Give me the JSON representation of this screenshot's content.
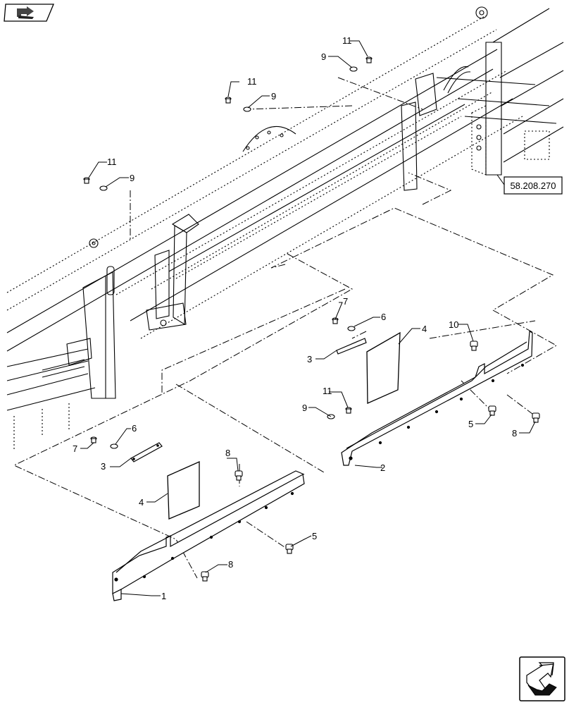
{
  "header": {
    "icon": "book-arrow-icon"
  },
  "footer": {
    "icon": "next-page-arrow-icon"
  },
  "reference": {
    "label": "58.208.270"
  },
  "callouts": {
    "c1": "1",
    "c2": "2",
    "c3a": "3",
    "c3b": "3",
    "c4a": "4",
    "c4b": "4",
    "c5a": "5",
    "c5b": "5",
    "c6a": "6",
    "c6b": "6",
    "c7a": "7",
    "c7b": "7",
    "c8a": "8",
    "c8b": "8",
    "c8c": "8",
    "c9a": "9",
    "c9b": "9",
    "c9c": "9",
    "c9d": "9",
    "c10": "10",
    "c11a": "11",
    "c11b": "11",
    "c11c": "11",
    "c11d": "11"
  }
}
